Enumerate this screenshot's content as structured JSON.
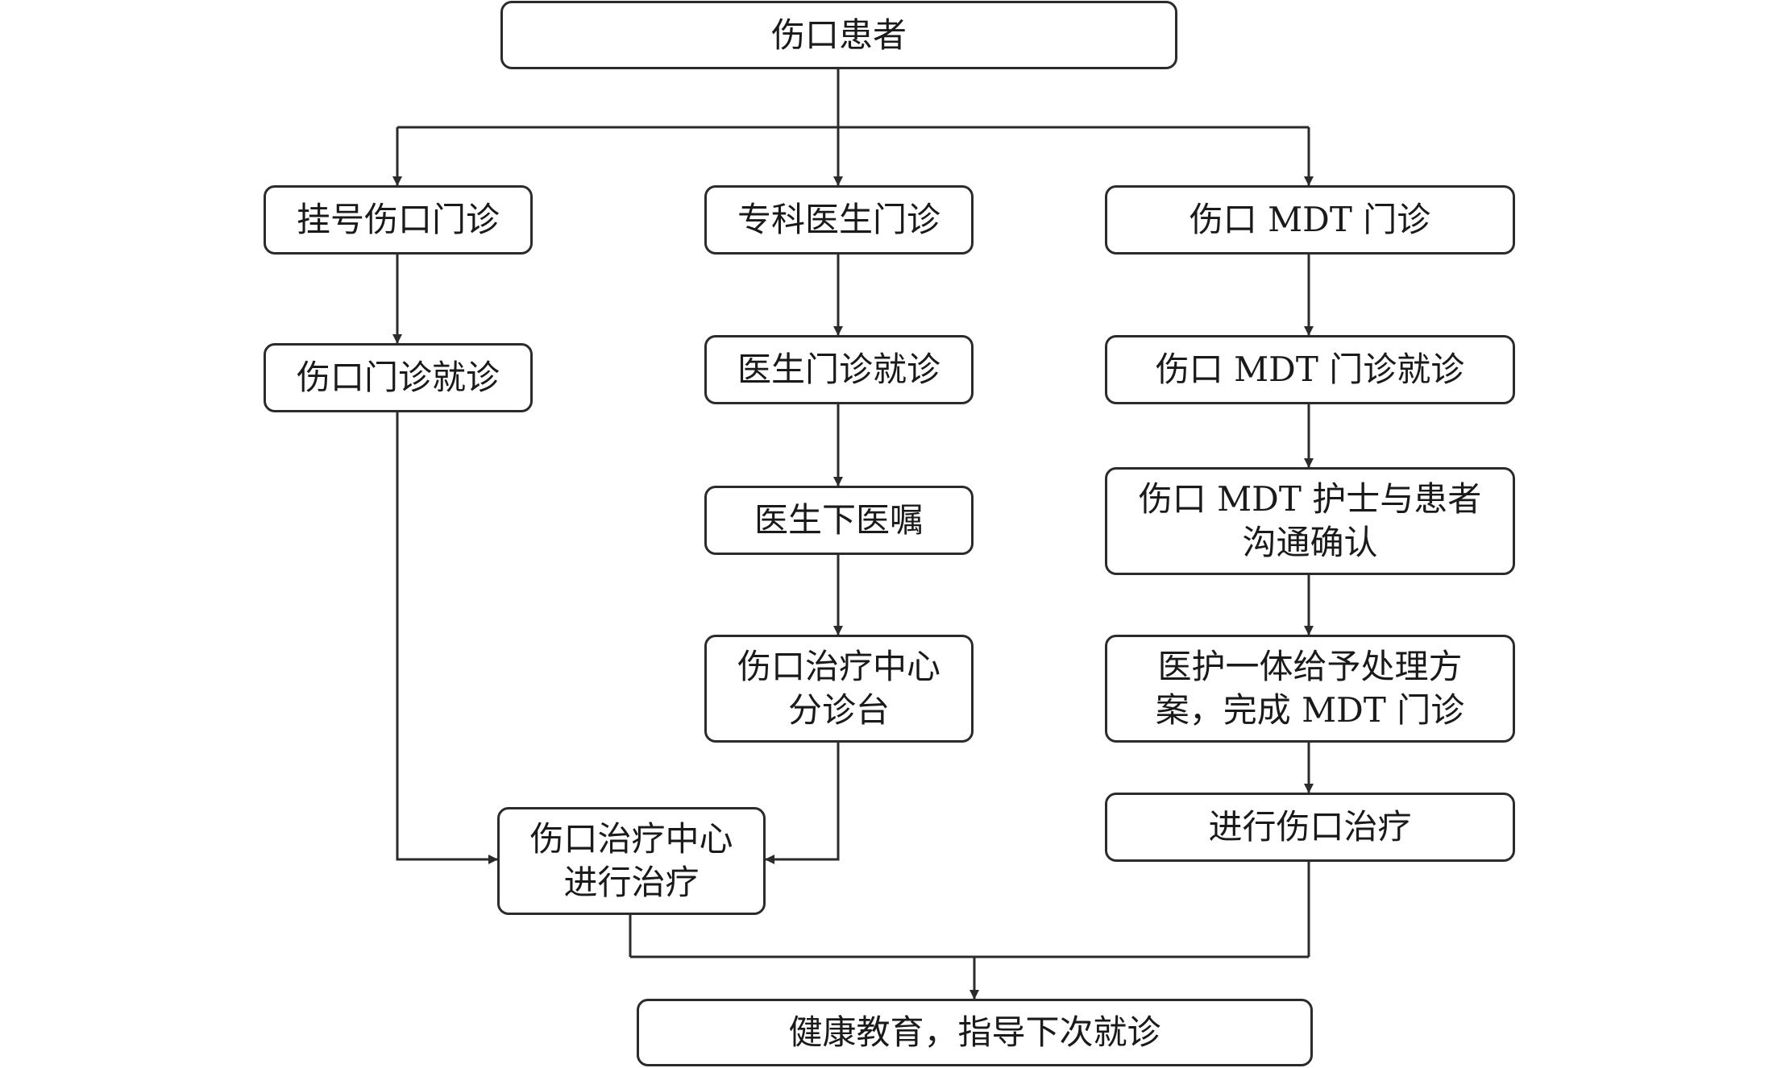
{
  "nodes": {
    "patient": "伤口患者",
    "register_clinic": "挂号伤口门诊",
    "clinic_visit": "伤口门诊就诊",
    "specialist_clinic": "专科医生门诊",
    "doctor_visit": "医生门诊就诊",
    "doctor_orders": "医生下医嘱",
    "triage_line1": "伤口治疗中心",
    "triage_line2": "分诊台",
    "mdt_clinic": "伤口 MDT 门诊",
    "mdt_visit": "伤口 MDT 门诊就诊",
    "mdt_nurse_line1": "伤口 MDT 护士与患者",
    "mdt_nurse_line2": "沟通确认",
    "plan_line1": "医护一体给予处理方",
    "plan_line2": "案，完成 MDT 门诊",
    "wound_treatment": "进行伤口治疗",
    "center_treatment_line1": "伤口治疗中心",
    "center_treatment_line2": "进行治疗",
    "education": "健康教育，指导下次就诊"
  },
  "colors": {
    "line": "#2b2b2b",
    "text": "#1a1a1a",
    "box_fill": "#ffffff"
  }
}
